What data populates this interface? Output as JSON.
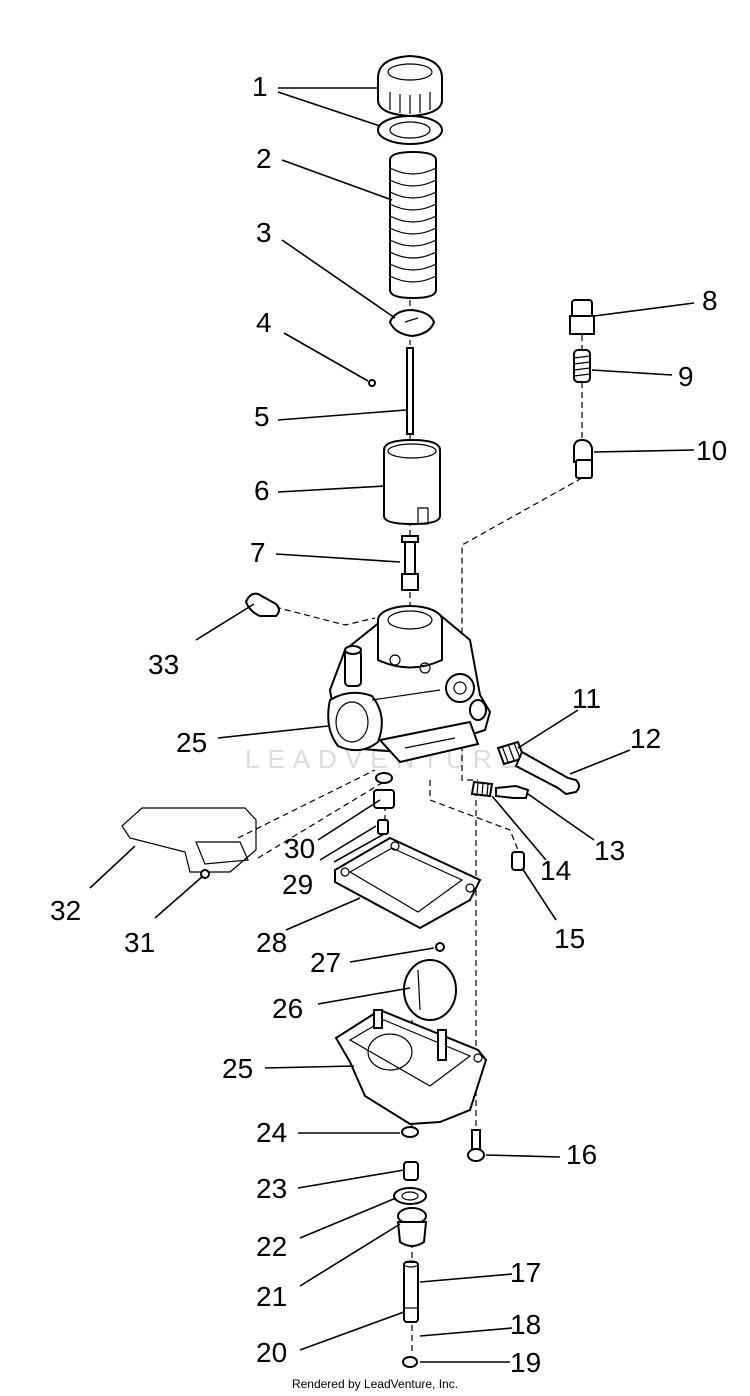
{
  "watermark": "LEADVENTURE",
  "credit": "Rendered by LeadVenture, Inc.",
  "callouts": {
    "c1": "1",
    "c2": "2",
    "c3": "3",
    "c4": "4",
    "c5": "5",
    "c6": "6",
    "c7": "7",
    "c8": "8",
    "c9": "9",
    "c10": "10",
    "c11": "11",
    "c12": "12",
    "c13": "13",
    "c14": "14",
    "c15": "15",
    "c16": "16",
    "c17": "17",
    "c18": "18",
    "c19": "19",
    "c20": "20",
    "c21": "21",
    "c22": "22",
    "c23": "23",
    "c24": "24",
    "c25a": "25",
    "c25b": "25",
    "c26": "26",
    "c27": "27",
    "c28": "28",
    "c29": "29",
    "c30": "30",
    "c31": "31",
    "c32": "32",
    "c33": "33"
  }
}
